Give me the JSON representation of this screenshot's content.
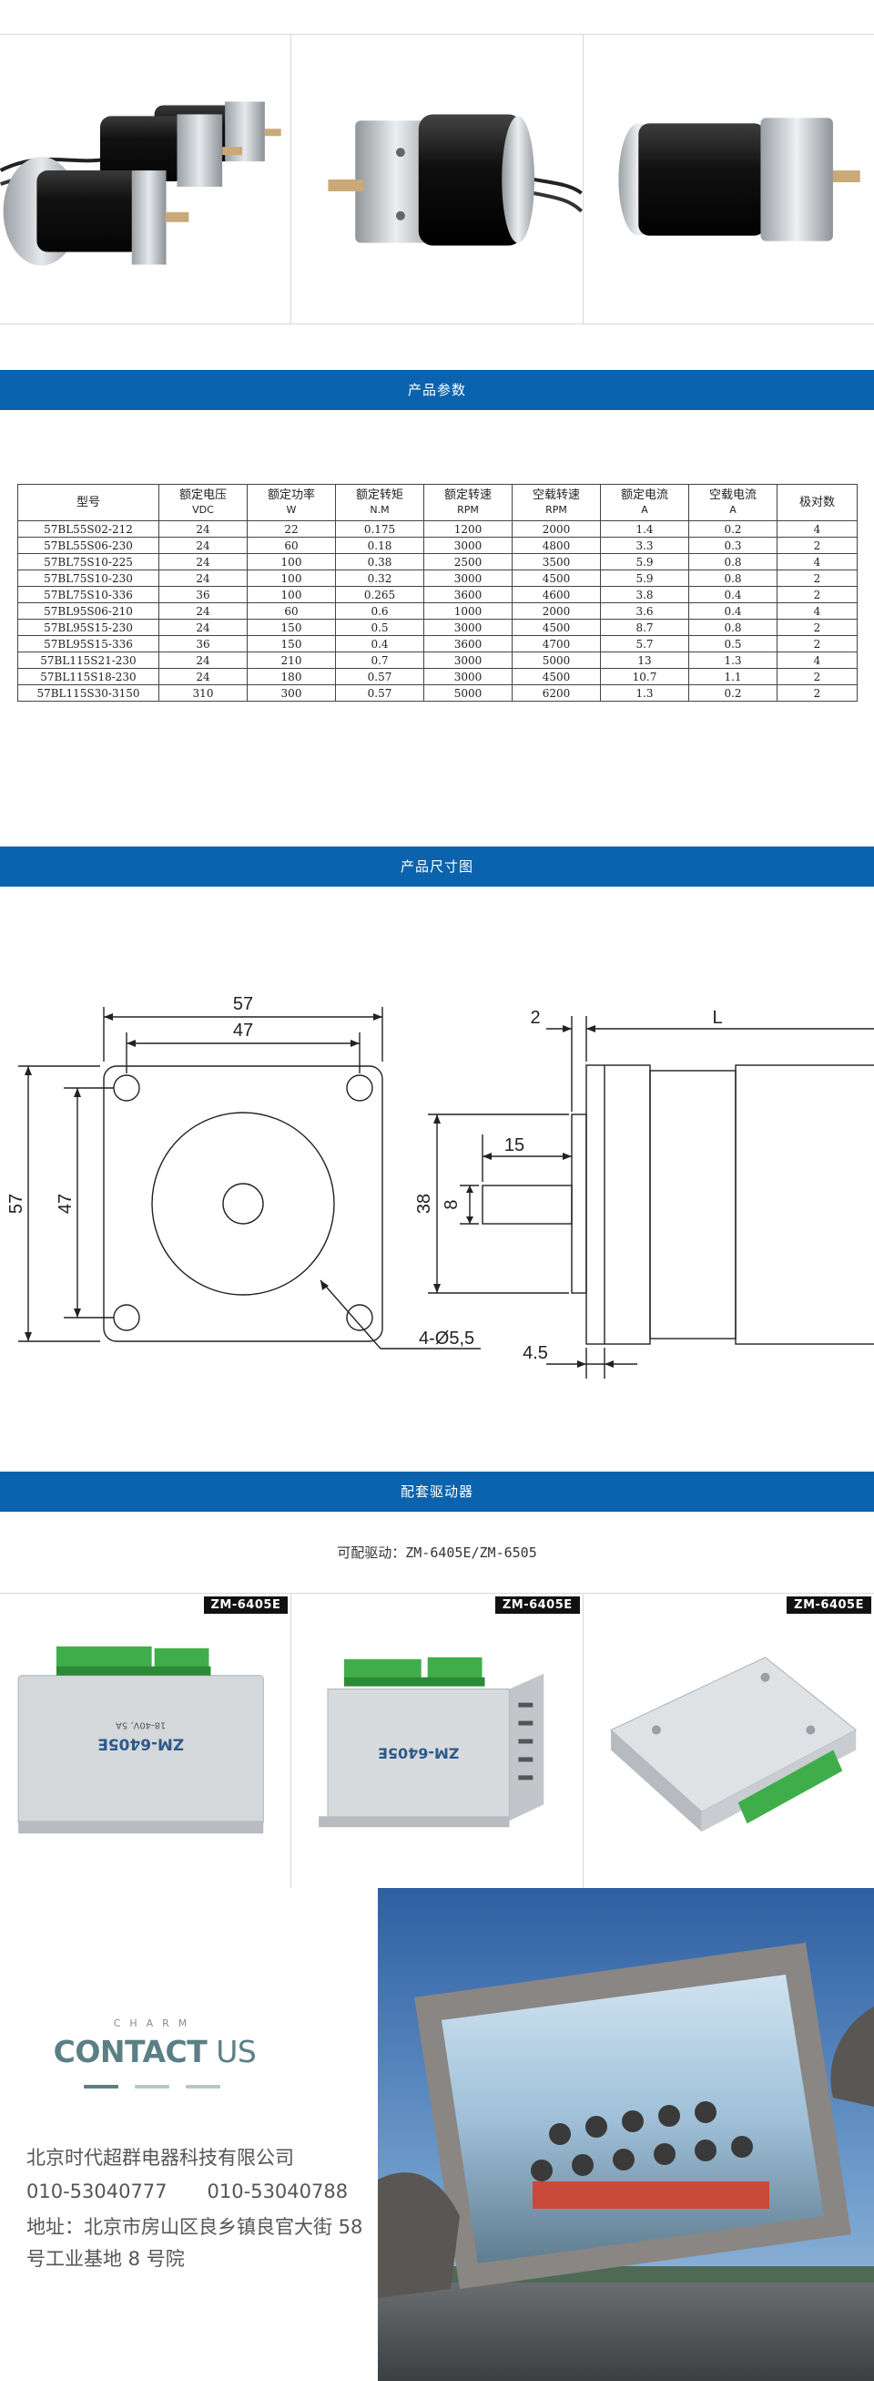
{
  "sections": {
    "params": "产品参数",
    "dimensions": "产品尺寸图",
    "driver": "配套驱动器"
  },
  "spec_table": {
    "headers": [
      {
        "name": "型号",
        "unit": ""
      },
      {
        "name": "额定电压",
        "unit": "VDC"
      },
      {
        "name": "额定功率",
        "unit": "W"
      },
      {
        "name": "额定转矩",
        "unit": "N.M"
      },
      {
        "name": "额定转速",
        "unit": "RPM"
      },
      {
        "name": "空载转速",
        "unit": "RPM"
      },
      {
        "name": "额定电流",
        "unit": "A"
      },
      {
        "name": "空载电流",
        "unit": "A"
      },
      {
        "name": "极对数",
        "unit": ""
      }
    ],
    "rows": [
      [
        "57BL55S02-212",
        "24",
        "22",
        "0.175",
        "1200",
        "2000",
        "1.4",
        "0.2",
        "4"
      ],
      [
        "57BL55S06-230",
        "24",
        "60",
        "0.18",
        "3000",
        "4800",
        "3.3",
        "0.3",
        "2"
      ],
      [
        "57BL75S10-225",
        "24",
        "100",
        "0.38",
        "2500",
        "3500",
        "5.9",
        "0.8",
        "4"
      ],
      [
        "57BL75S10-230",
        "24",
        "100",
        "0.32",
        "3000",
        "4500",
        "5.9",
        "0.8",
        "2"
      ],
      [
        "57BL75S10-336",
        "36",
        "100",
        "0.265",
        "3600",
        "4600",
        "3.8",
        "0.4",
        "2"
      ],
      [
        "57BL95S06-210",
        "24",
        "60",
        "0.6",
        "1000",
        "2000",
        "3.6",
        "0.4",
        "4"
      ],
      [
        "57BL95S15-230",
        "24",
        "150",
        "0.5",
        "3000",
        "4500",
        "8.7",
        "0.8",
        "2"
      ],
      [
        "57BL95S15-336",
        "36",
        "150",
        "0.4",
        "3600",
        "4700",
        "5.7",
        "0.5",
        "2"
      ],
      [
        "57BL115S21-230",
        "24",
        "210",
        "0.7",
        "3000",
        "5000",
        "13",
        "1.3",
        "4"
      ],
      [
        "57BL115S18-230",
        "24",
        "180",
        "0.57",
        "3000",
        "4500",
        "10.7",
        "1.1",
        "2"
      ],
      [
        "57BL115S30-3150",
        "310",
        "300",
        "0.57",
        "5000",
        "6200",
        "1.3",
        "0.2",
        "2"
      ]
    ]
  },
  "drawing": {
    "outer_width": "57",
    "hole_spacing_h": "47",
    "outer_height": "57",
    "hole_spacing_v": "47",
    "holes": "4-Ø5,5",
    "flange_gap": "2",
    "length": "L",
    "shaft_length": "15",
    "shaft_dia": "8",
    "boss_dia": "38",
    "flange_thickness": "4.5"
  },
  "driver": {
    "note": "可配驱动：ZM-6405E/ZM-6505",
    "tags": [
      "ZM-6405E",
      "ZM-6405E",
      "ZM-6405E"
    ],
    "label_model": "ZM-6405E",
    "label_voltage": "18-40V, 5A"
  },
  "contact": {
    "charm": "CHARM",
    "title_a": "CONTACT",
    "title_b": "US",
    "company": "北京时代超群电器科技有限公司",
    "phone1": "010-53040777",
    "phone2": "010-53040788",
    "address": "地址：北京市房山区良乡镇良官大街 58 号工业基地 8 号院"
  },
  "colors": {
    "brand_blue": "#0a63ac",
    "contact_teal": "#5c7f86"
  }
}
